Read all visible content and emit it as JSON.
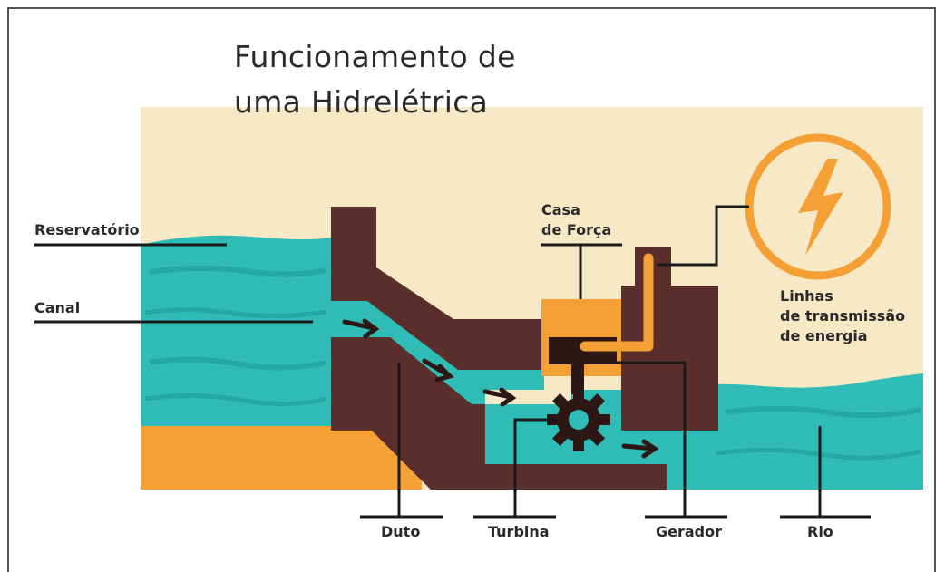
{
  "title": {
    "line1": "Funcionamento de",
    "line2": "uma Hidrelétrica"
  },
  "labels": {
    "reservatorio": "Reservatório",
    "canal": "Canal",
    "casa_forca_line1": "Casa",
    "casa_forca_line2": "de Força",
    "linhas_line1": "Linhas",
    "linhas_line2": "de transmissão",
    "linhas_line3": "de energia",
    "duto": "Duto",
    "turbina": "Turbina",
    "gerador": "Gerador",
    "rio": "Rio"
  },
  "icons": {
    "energy": "lightning-bolt-icon",
    "turbine": "gear-icon",
    "flow": "arrow-right-icon"
  },
  "colors": {
    "background": "#f7e8c6",
    "water": "#2fbcb6",
    "water_dark": "#1f9e99",
    "dam": "#5a2e2b",
    "orange": "#f4a035",
    "ground": "#f4a035",
    "machine": "#2c1714",
    "line": "#1a1a1a"
  }
}
